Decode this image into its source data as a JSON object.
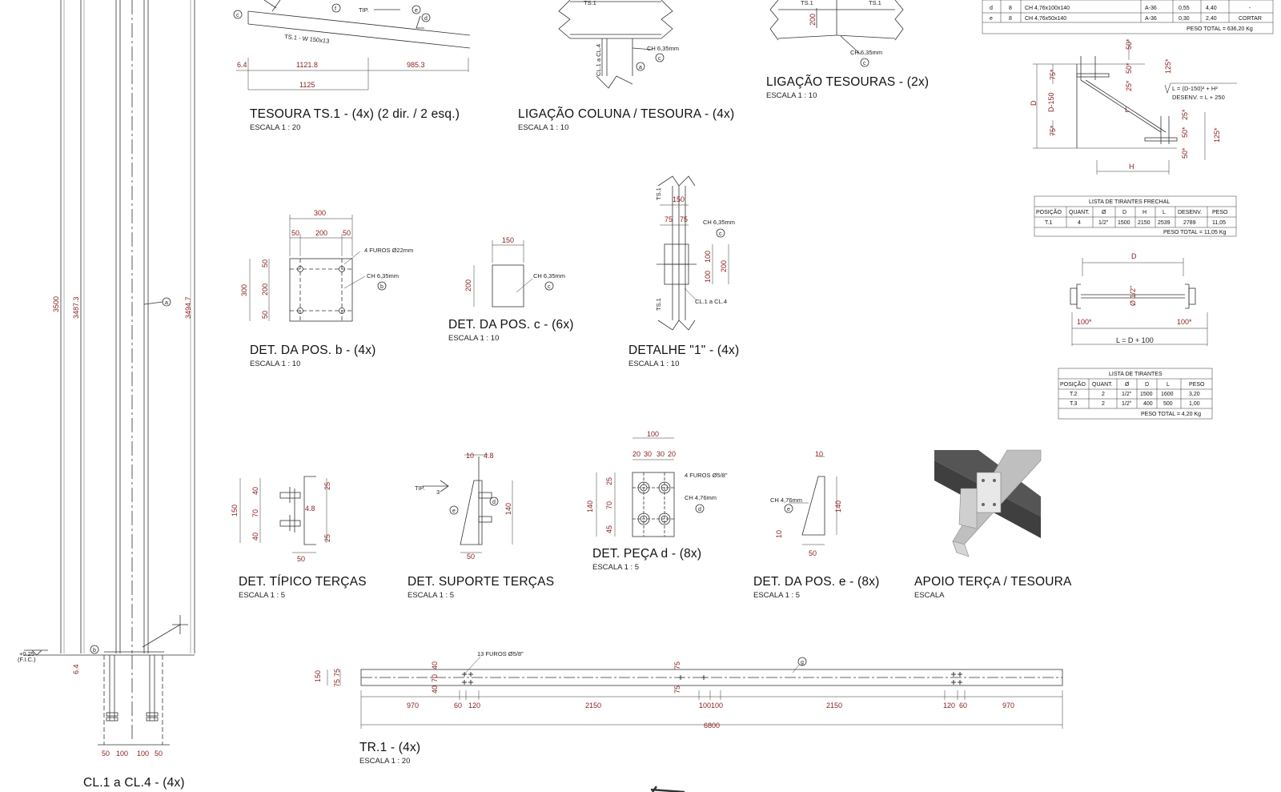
{
  "titles": {
    "tesoura_ts1": {
      "title": "TESOURA TS.1 - (4x) (2 dir. / 2 esq.)",
      "scale": "ESCALA   1 : 20"
    },
    "ligacao_coluna": {
      "title": "LIGAÇÃO COLUNA / TESOURA - (4x)",
      "scale": "ESCALA   1 : 10"
    },
    "ligacao_tesouras": {
      "title": "LIGAÇÃO TESOURAS - (2x)",
      "scale": "ESCALA   1 : 10"
    },
    "det_pos_b": {
      "title": "DET. DA POS. b - (4x)",
      "scale": "ESCALA   1 : 10"
    },
    "det_pos_c": {
      "title": "DET. DA POS. c - (6x)",
      "scale": "ESCALA   1 : 10"
    },
    "detalhe_1": {
      "title": "DETALHE \"1\" - (4x)",
      "scale": "ESCALA   1 : 10"
    },
    "det_tipico": {
      "title": "DET. TÍPICO TERÇAS",
      "scale": "ESCALA   1 : 5"
    },
    "det_suporte": {
      "title": "DET. SUPORTE TERÇAS",
      "scale": "ESCALA   1 : 5"
    },
    "det_peca_d": {
      "title": "DET. PEÇA d - (8x)",
      "scale": "ESCALA   1 : 5"
    },
    "det_pos_e": {
      "title": "DET. DA POS. e - (8x)",
      "scale": "ESCALA   1 : 5"
    },
    "apoio": {
      "title": "APOIO TERÇA / TESOURA",
      "scale": "ESCALA"
    },
    "tr1": {
      "title": "TR.1 - (4x)",
      "scale": "ESCALA   1 : 20"
    },
    "cl1": {
      "title": "CL.1 a CL.4 - (4x)"
    }
  },
  "parts_table": {
    "rows": [
      [
        "d",
        "8",
        "CH 4,76x100x140",
        "A-36",
        "0,55",
        "4,40",
        "-"
      ],
      [
        "e",
        "8",
        "CH 4,76x50x140",
        "A-36",
        "0,30",
        "2,40",
        "CORTAR"
      ]
    ],
    "total": "PESO TOTAL = 636,20 Kg"
  },
  "tirantes_frechal": {
    "title": "LISTA DE TIRANTES FRECHAL",
    "headers": [
      "POSIÇÃO",
      "QUANT.",
      "Ø",
      "D",
      "H",
      "L",
      "DESENV.",
      "PESO"
    ],
    "rows": [
      [
        "T.1",
        "4",
        "1/2\"",
        "1500",
        "2150",
        "2539",
        "2789",
        "11,05"
      ]
    ],
    "total": "PESO TOTAL = 11,05 Kg"
  },
  "tirantes": {
    "title": "LISTA DE TIRANTES",
    "headers": [
      "POSIÇÃO",
      "QUANT.",
      "Ø",
      "D",
      "L",
      "PESO"
    ],
    "rows": [
      [
        "T.2",
        "2",
        "1/2\"",
        "1500",
        "1600",
        "3,20"
      ],
      [
        "T.3",
        "2",
        "1/2\"",
        "400",
        "500",
        "1,00"
      ]
    ],
    "total": "PESO TOTAL = 4,20 Kg"
  },
  "labels": {
    "ts1_beam": "TS.1 - W 150x13",
    "tip": "TIP.",
    "ch635": "CH 6,35mm",
    "ch476": "CH 4,76mm",
    "furos22": "4 FUROS Ø22mm",
    "furos58": "4 FUROS Ø5/8\"",
    "furos13": "13 FUROS Ø5/8\"",
    "cl14": "CL.1 a CL.4",
    "ts1": "TS.1",
    "formula_l": "L =   (D-150)² + H²",
    "formula_desenv": "DESENV. = L + 250",
    "formula_ld": "L = D + 100",
    "level": "+0.25",
    "level_sub": "(F.I.C.)",
    "d": "D",
    "d150": "D-150",
    "h": "H",
    "l": "L",
    "phi": "Ø 1/2\"",
    "c100": "100*"
  },
  "dims": {
    "ts1": [
      "6.4",
      "1121.8",
      "985.3",
      "1125"
    ],
    "col": [
      "3500",
      "3487.3",
      "3494.7",
      "6.4"
    ],
    "col_base": [
      "50",
      "100",
      "100",
      "50"
    ],
    "pos_b": [
      "300",
      "50",
      "200",
      "50",
      "300",
      "50",
      "200",
      "50"
    ],
    "pos_c": [
      "150",
      "200"
    ],
    "det1": [
      "150",
      "75",
      "75",
      "100",
      "100",
      "200"
    ],
    "tipico": [
      "150",
      "40",
      "70",
      "40",
      "25",
      "25",
      "4.8",
      "50"
    ],
    "suporte": [
      "10",
      "4.8",
      "140",
      "50",
      "3"
    ],
    "peca_d": [
      "100",
      "20",
      "30",
      "30",
      "20",
      "140",
      "25",
      "70",
      "45"
    ],
    "pos_e": [
      "10",
      "140",
      "10",
      "50"
    ],
    "tr1": [
      "150",
      "75",
      "75",
      "40",
      "70",
      "40",
      "75",
      "75",
      "970",
      "60",
      "120",
      "2150",
      "100",
      "100",
      "2150",
      "120",
      "60",
      "970",
      "6800"
    ],
    "tesouras": [
      "200"
    ],
    "tirante": [
      "50*",
      "50*",
      "75*",
      "75*",
      "125*",
      "25*",
      "25*",
      "50*",
      "125*",
      "50*"
    ]
  },
  "callouts": [
    "a",
    "b",
    "c",
    "d",
    "e",
    "f",
    "g"
  ]
}
